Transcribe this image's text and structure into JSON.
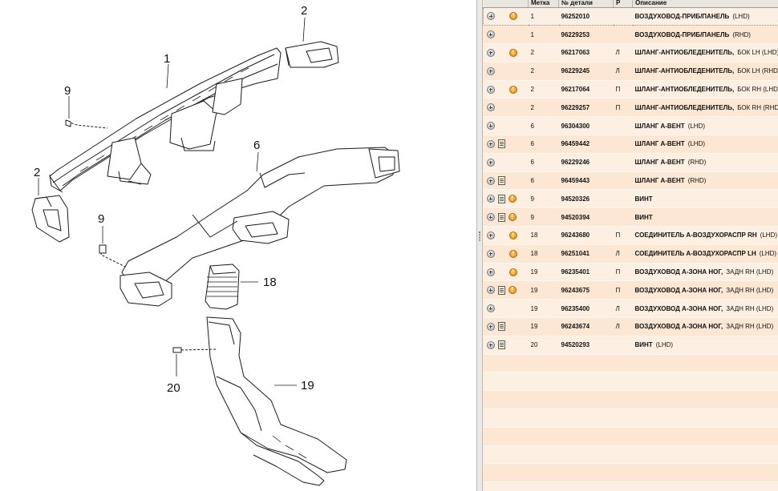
{
  "diagram": {
    "callouts": [
      "1",
      "2",
      "2",
      "6",
      "9",
      "9",
      "18",
      "19",
      "20"
    ]
  },
  "table": {
    "columns": [
      "",
      "Метка",
      "№ детали",
      "Р",
      "Описание"
    ],
    "rows": [
      {
        "icons": [
          "plus-icon",
          "warning-icon"
        ],
        "label": "1",
        "part": "96252010",
        "side": "",
        "desc": "ВОЗДУХОВОД-ПРИБ/ПАНЕЛЬ",
        "variant": "(LHD)"
      },
      {
        "icons": [
          "plus-icon"
        ],
        "label": "1",
        "part": "96229253",
        "side": "",
        "desc": "ВОЗДУХОВОД-ПРИБ/ПАНЕЛЬ",
        "variant": "(RHD)"
      },
      {
        "icons": [
          "plus-icon",
          "warning-icon"
        ],
        "label": "2",
        "part": "96217063",
        "side": "Л",
        "desc": "ШЛАНГ-АНТИОБЛЕДЕНИТЕЛЬ,",
        "variant": "БОК LH (LHD)"
      },
      {
        "icons": [
          "plus-icon"
        ],
        "label": "2",
        "part": "96229245",
        "side": "Л",
        "desc": "ШЛАНГ-АНТИОБЛЕДЕНИТЕЛЬ,",
        "variant": "БОК LH (RHD)"
      },
      {
        "icons": [
          "plus-icon",
          "warning-icon"
        ],
        "label": "2",
        "part": "96217064",
        "side": "П",
        "desc": "ШЛАНГ-АНТИОБЛЕДЕНИТЕЛЬ,",
        "variant": "БОК RH (LHD)"
      },
      {
        "icons": [
          "plus-icon"
        ],
        "label": "2",
        "part": "96229257",
        "side": "П",
        "desc": "ШЛАНГ-АНТИОБЛЕДЕНИТЕЛЬ,",
        "variant": "БОК RH (RHD)"
      },
      {
        "icons": [
          "plus-icon"
        ],
        "label": "6",
        "part": "96304300",
        "side": "",
        "desc": "ШЛАНГ А-ВЕНТ",
        "variant": "(LHD)"
      },
      {
        "icons": [
          "plus-icon",
          "document-icon"
        ],
        "label": "6",
        "part": "96459442",
        "side": "",
        "desc": "ШЛАНГ А-ВЕНТ",
        "variant": "(LHD)"
      },
      {
        "icons": [
          "plus-icon"
        ],
        "label": "6",
        "part": "96229246",
        "side": "",
        "desc": "ШЛАНГ А-ВЕНТ",
        "variant": "(RHD)"
      },
      {
        "icons": [
          "plus-icon",
          "document-icon"
        ],
        "label": "6",
        "part": "96459443",
        "side": "",
        "desc": "ШЛАНГ А-ВЕНТ",
        "variant": "(RHD)"
      },
      {
        "icons": [
          "plus-icon",
          "document-icon",
          "warning-icon"
        ],
        "label": "9",
        "part": "94520326",
        "side": "",
        "desc": "ВИНТ",
        "variant": ""
      },
      {
        "icons": [
          "plus-icon",
          "document-icon",
          "warning-icon"
        ],
        "label": "9",
        "part": "94520394",
        "side": "",
        "desc": "ВИНТ",
        "variant": ""
      },
      {
        "icons": [
          "plus-icon",
          "warning-icon"
        ],
        "label": "18",
        "part": "96243680",
        "side": "П",
        "desc": "СОЕДИНИТЕЛЬ А-ВОЗДУХОРАСПР RH",
        "variant": "(LHD)"
      },
      {
        "icons": [
          "plus-icon",
          "warning-icon"
        ],
        "label": "18",
        "part": "96251041",
        "side": "Л",
        "desc": "СОЕДИНИТЕЛЬ А-ВОЗДУХОРАСПР LH",
        "variant": "(LHD)"
      },
      {
        "icons": [
          "plus-icon",
          "warning-icon"
        ],
        "label": "19",
        "part": "96235401",
        "side": "П",
        "desc": "ВОЗДУХОВОД А-ЗОНА НОГ,",
        "variant": "ЗАДН RH (LHD)"
      },
      {
        "icons": [
          "plus-icon",
          "document-icon",
          "warning-icon"
        ],
        "label": "19",
        "part": "96243675",
        "side": "П",
        "desc": "ВОЗДУХОВОД А-ЗОНА НОГ,",
        "variant": "ЗАДН RH (LHD)"
      },
      {
        "icons": [
          "plus-icon"
        ],
        "label": "19",
        "part": "96235400",
        "side": "Л",
        "desc": "ВОЗДУХОВОД А-ЗОНА НОГ,",
        "variant": "ЗАДН RH (LHD)"
      },
      {
        "icons": [
          "plus-icon",
          "document-icon"
        ],
        "label": "19",
        "part": "96243674",
        "side": "Л",
        "desc": "ВОЗДУХОВОД А-ЗОНА НОГ,",
        "variant": "ЗАДН RH (LHD)"
      },
      {
        "icons": [
          "plus-icon",
          "document-icon"
        ],
        "label": "20",
        "part": "94520293",
        "side": "",
        "desc": "ВИНТ",
        "variant": "(LHD)"
      }
    ],
    "selected_index": 0,
    "empty_rows": 8,
    "colors": {
      "row_odd": "#fdf0e2",
      "row_even": "#fbe7d3",
      "header": "#e8e6e0",
      "warning": "#e7880d"
    }
  }
}
